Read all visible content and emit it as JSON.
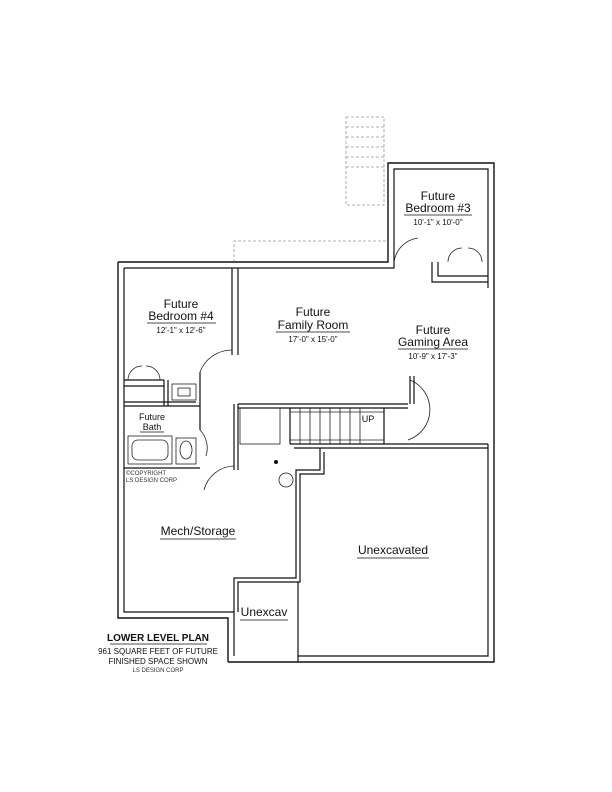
{
  "rooms": {
    "bedroom3": {
      "line1": "Future",
      "line2": "Bedroom #3",
      "dims": "10'-1\" x 10'-0\""
    },
    "bedroom4": {
      "line1": "Future",
      "line2": "Bedroom #4",
      "dims": "12'-1\" x 12'-6\""
    },
    "family": {
      "line1": "Future",
      "line2": "Family Room",
      "dims": "17'-0\" x 15'-0\""
    },
    "gaming": {
      "line1": "Future",
      "line2": "Gaming Area",
      "dims": "10'-9\" x 17'-3\""
    },
    "bath": {
      "line1": "Future",
      "line2": "Bath"
    },
    "mech": {
      "label": "Mech/Storage"
    },
    "unexcavated": {
      "label": "Unexcavated"
    },
    "unexcav": {
      "label": "Unexcav"
    },
    "stairs": {
      "label": "UP"
    }
  },
  "copyright": {
    "line1": "©COPYRIGHT",
    "line2": "LS DESIGN CORP"
  },
  "title_block": {
    "title": "LOWER LEVEL PLAN",
    "line1": "961 SQUARE FEET OF FUTURE",
    "line2": "FINISHED SPACE SHOWN",
    "line3": "LS DESIGN CORP"
  }
}
